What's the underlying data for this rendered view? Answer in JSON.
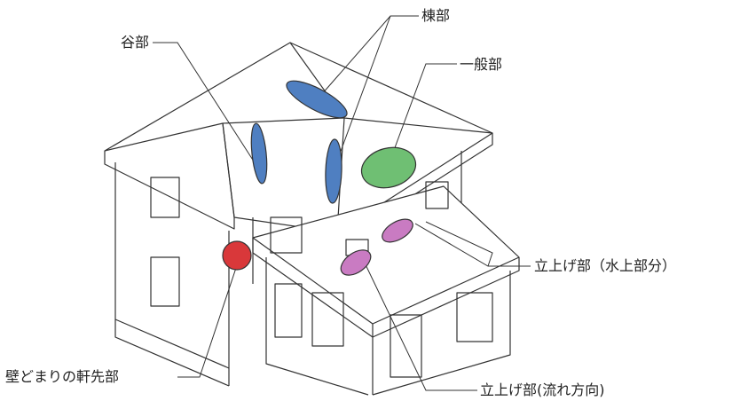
{
  "labels": {
    "valley": "谷部",
    "ridge": "棟部",
    "general": "一般部",
    "riser_upper": "立上げ部（水上部分）",
    "riser_flow": "立上げ部(流れ方向)",
    "wall_eave": "壁どまりの軒先部"
  },
  "colors": {
    "blue": "#4f7fc1",
    "green": "#6fbf73",
    "pink": "#c97bc2",
    "red": "#d9383a",
    "line": "#333333"
  }
}
